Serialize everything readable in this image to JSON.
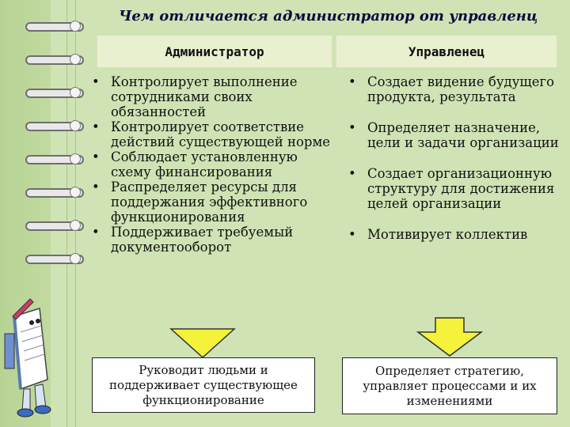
{
  "title": "Чем отличается администратор от управленц",
  "columns": {
    "admin": {
      "header": "Администратор",
      "items": [
        "Контролирует выполнение сотрудниками своих обязанностей",
        "Контролирует соответствие действий существующей норме",
        "Соблюдает установленную схему финансирования",
        "Распределяет ресурсы для поддержания эффективного функционирования",
        "Поддерживает требуемый документооборот"
      ],
      "summary": "Руководит людьми и поддерживает существующее функционирование"
    },
    "manager": {
      "header": "Управленец",
      "items": [
        "Создает видение будущего продукта, результата",
        "Определяет назначение, цели и задачи организации",
        "Создает организационную структуру для достижения целей организации",
        "Мотивирует коллектив"
      ],
      "summary": "Определяет стратегию, управляет процессами и их изменениями"
    }
  },
  "colors": {
    "background": "#cfe3b4",
    "header_fill": "#e9f0cf",
    "arrow_fill": "#f4f23a",
    "title_color": "#0a0a40"
  },
  "icons": [
    "notebook-ring-icon",
    "arrow-down-icon",
    "notebook-mascot-icon"
  ]
}
